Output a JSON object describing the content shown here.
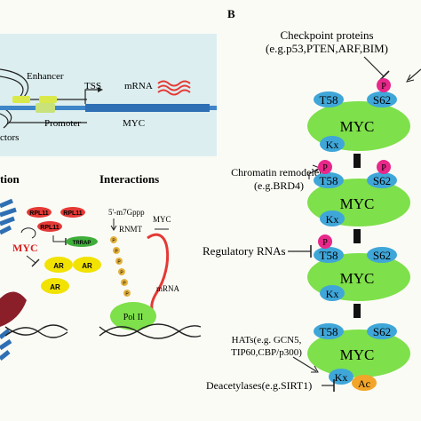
{
  "panel_b": {
    "letter": "B",
    "checkpoint": {
      "line1": "Checkpoint proteins",
      "line2": "(e.g.p53,PTEN,ARF,BIM)"
    },
    "chromatin": {
      "line1": "Chromatin remodelers",
      "line2": "(e.g.BRD4)"
    },
    "regulatory_rnas": "Regulatory RNAs",
    "hats": {
      "line1": "HATs(e.g. GCN5,",
      "line2": "TIP60,CBP/p300)"
    },
    "deacetylases": "Deacetylases(e.g.SIRT1)",
    "myc_units": [
      {
        "name": "MYC",
        "t58": "T58",
        "s62": "S62",
        "kx": "Kx"
      },
      {
        "name": "MYC",
        "t58": "T58",
        "s62": "S62",
        "kx": "Kx"
      },
      {
        "name": "MYC",
        "t58": "T58",
        "s62": "S62",
        "kx": "Kx"
      },
      {
        "name": "MYC",
        "t58": "T58",
        "s62": "S62",
        "kx": "Kx"
      }
    ],
    "phospho": "P",
    "acetyl": "Ac"
  },
  "gene_panel": {
    "enhancer": "Enhancer",
    "tss": "TSS",
    "mrna": "mRNA",
    "promoter": "Promoter",
    "myc": "MYC",
    "factors": "ctors"
  },
  "left_panel": {
    "title_fragment": "tion",
    "rpl11": "RPL11",
    "trrap": "TRRAP",
    "myc": "MYC",
    "ar": "AR"
  },
  "interactions": {
    "title": "Interactions",
    "cap": "5'-m7Gppp",
    "rnmt": "RNMT",
    "myc": "MYC",
    "mrna": "mRNA",
    "pol": "Pol II",
    "p": "P"
  },
  "colors": {
    "myc_green": "#7ee04a",
    "t58_blue": "#3fa6d8",
    "phospho_pink": "#e8288a",
    "acetyl_orange": "#f2a52a",
    "gene_bg": "#dceef0"
  }
}
